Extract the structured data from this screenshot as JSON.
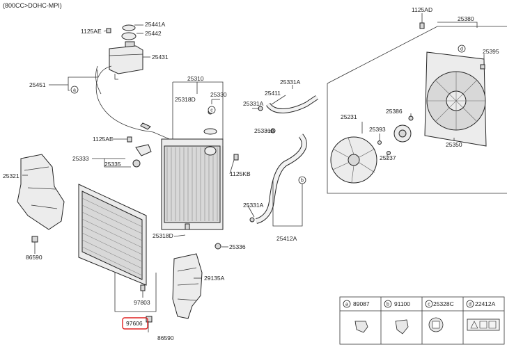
{
  "header": {
    "title": "(800CC>DOHC-MPI)"
  },
  "parts": {
    "p25441A": "25441A",
    "p25442": "25442",
    "p1125AE_a": "1125AE",
    "p25431": "25431",
    "p25451": "25451",
    "p25310": "25310",
    "p25318D_a": "25318D",
    "p25330": "25330",
    "p25331A_a": "25331A",
    "p25411": "25411",
    "p25331A_b": "25331A",
    "p25331A_c": "25331A",
    "p1125AE_b": "1125AE",
    "p25333": "25333",
    "p25335": "25335",
    "p1125KB": "1125KB",
    "p25321": "25321",
    "p25331A_d": "25331A",
    "p25412A": "25412A",
    "p25318D_b": "25318D",
    "p25336": "25336",
    "p86590_a": "86590",
    "p29135A": "29135A",
    "p97803": "97803",
    "p97606": "97606",
    "p86590_b": "86590",
    "p1125AD": "1125AD",
    "p25380": "25380",
    "p25395": "25395",
    "p25386": "25386",
    "p25231": "25231",
    "p25393": "25393",
    "p25237": "25237",
    "p25350": "25350"
  },
  "callouts": {
    "a": "a",
    "b": "b",
    "c": "c",
    "d": "d"
  },
  "legend": [
    {
      "letter": "a",
      "part": "89087"
    },
    {
      "letter": "b",
      "part": "91100"
    },
    {
      "letter": "c",
      "part": "25328C"
    },
    {
      "letter": "d",
      "part": "22412A"
    }
  ],
  "highlight": {
    "part": "97606",
    "color": "#e02020"
  }
}
